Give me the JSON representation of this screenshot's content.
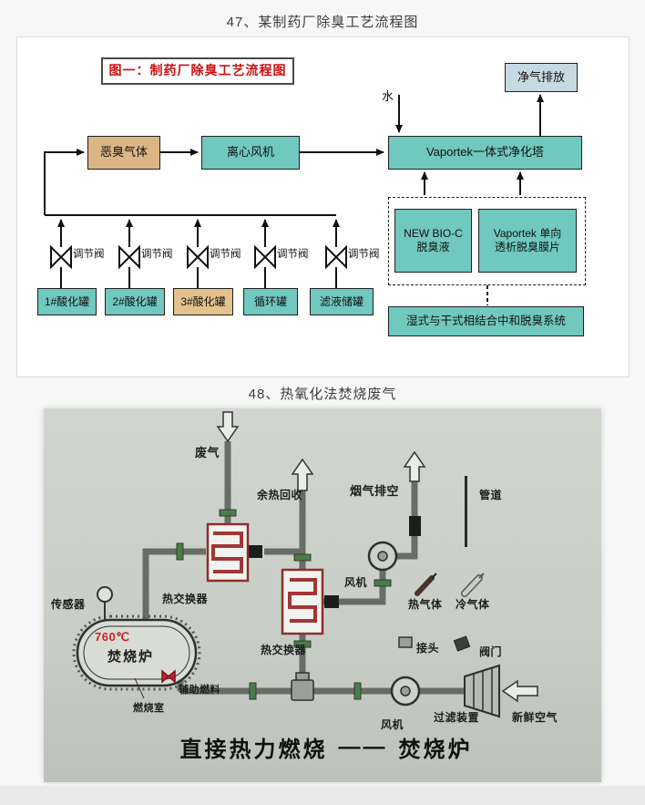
{
  "page": {
    "section1_title": "47、某制药厂除臭工艺流程图",
    "section2_title": "48、热氧化法焚烧废气"
  },
  "diagram1": {
    "figure_title": "图一：制药厂除臭工艺流程图",
    "water_label": "水",
    "clean_gas_box": "净气排放",
    "odor_gas_box": "恶臭气体",
    "fan_box": "离心风机",
    "tower_box": "Vaportek一体式净化塔",
    "bioc_line1": "NEW BIO-C",
    "bioc_line2": "脱臭液",
    "membrane_line1": "Vaportek 单向",
    "membrane_line2": "透析脱臭膜片",
    "system_box": "湿式与干式相结合中和脱臭系统",
    "valve_labels": [
      "调节阀",
      "调节阀",
      "调节阀",
      "调节阀",
      "调节阀"
    ],
    "tank_labels": [
      "1#酸化罐",
      "2#酸化罐",
      "3#酸化罐",
      "循环罐",
      "滤液储罐"
    ]
  },
  "diagram2": {
    "waste_gas": "废气",
    "heat_recovery": "余热回收",
    "flue_exhaust": "烟气排空",
    "pipe_label": "管道",
    "sensor": "传感器",
    "heat_exchanger_upper": "热交换器",
    "heat_exchanger_lower": "热交换器",
    "fan_upper": "风机",
    "fan_lower": "风机",
    "temperature": "760℃",
    "incinerator": "焚烧炉",
    "aux_fuel": "辅助燃料",
    "combustion_chamber": "燃烧室",
    "hot_gas": "热气体",
    "cold_gas": "冷气体",
    "joint": "接头",
    "valve": "阀门",
    "filter_device": "过滤装置",
    "fresh_air": "新鲜空气",
    "caption_left": "直接热力燃烧",
    "caption_dash": "——",
    "caption_right": "焚烧炉"
  },
  "colors": {
    "teal_box": "#70c8be",
    "tan_box": "#dcb585",
    "light_blue_box": "#c7d9e3",
    "red_text": "#cc1111",
    "coil_red": "#a23636",
    "flange_green": "#4c7a4c"
  },
  "icons": {
    "valve_symbol": "bowtie-valve",
    "flow_arrow": "solid-black-arrow",
    "hollow_arrow": "outlined-block-arrow"
  }
}
